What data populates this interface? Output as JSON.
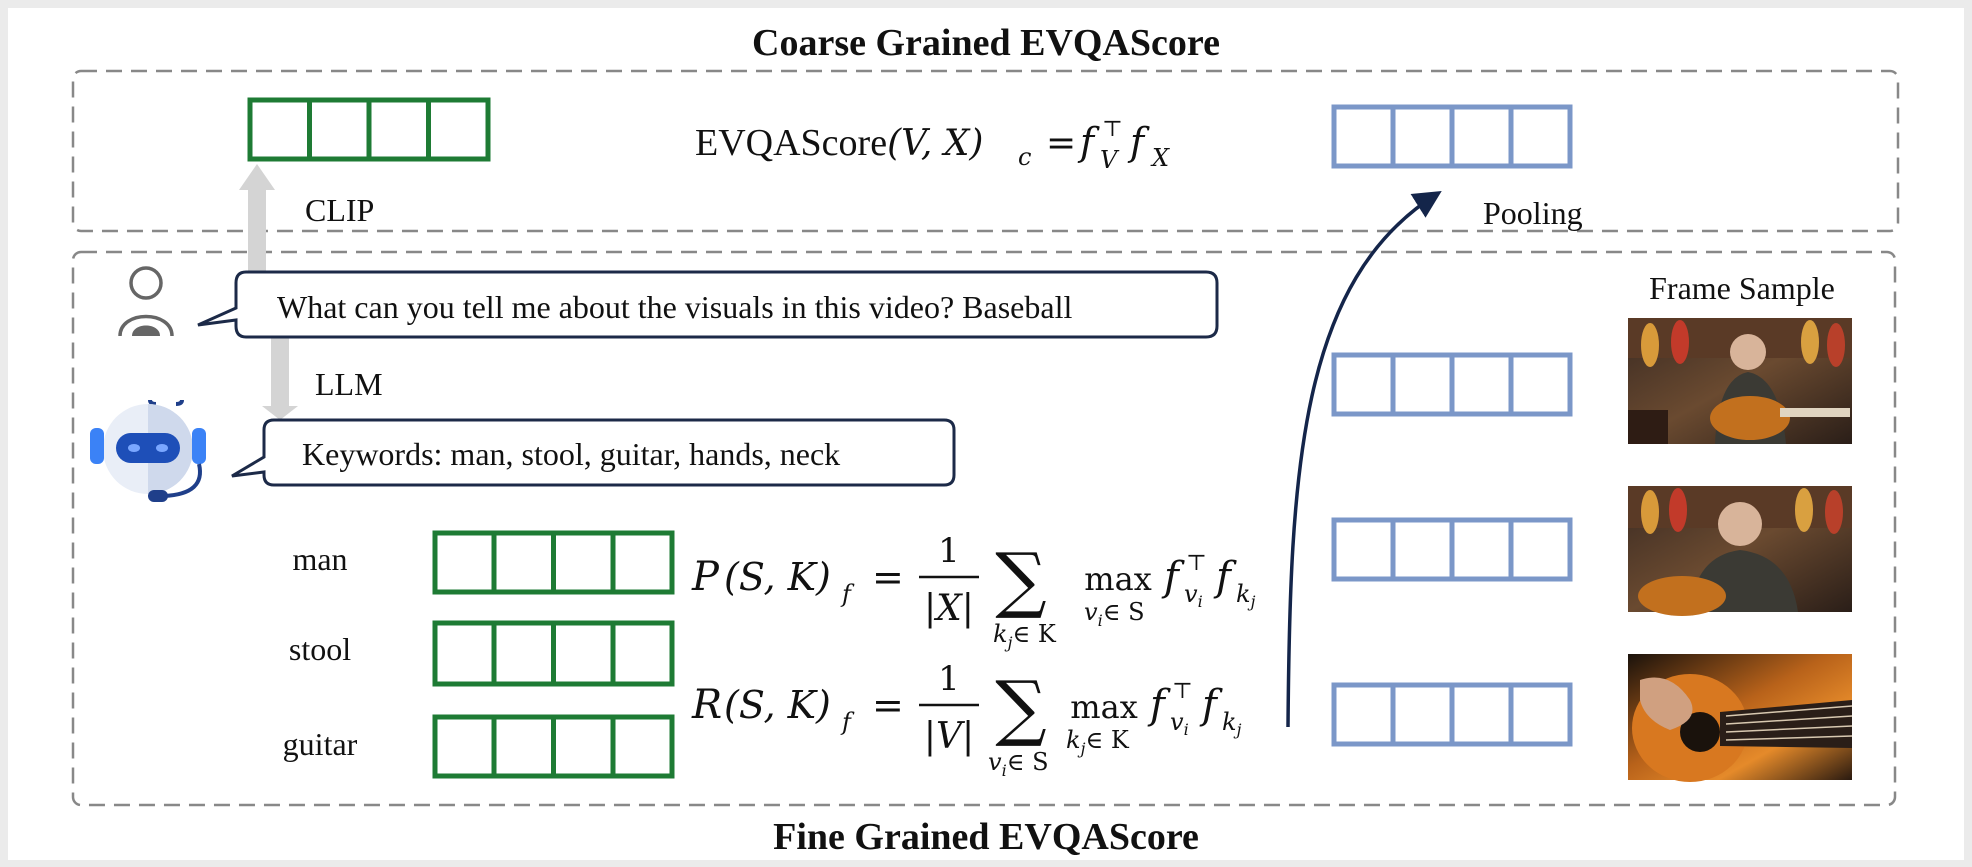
{
  "titles": {
    "coarse": "Coarse Grained EVQAScore",
    "fine": "Fine Grained EVQAScore"
  },
  "labels": {
    "clip": "CLIP",
    "llm": "LLM",
    "pooling": "Pooling",
    "frame_sample": "Frame Sample"
  },
  "dialog": {
    "question": "What can you tell me about the visuals in this video? Baseball",
    "keywords": "Keywords: man, stool, guitar, hands, neck"
  },
  "keywords": [
    "man",
    "stool",
    "guitar"
  ],
  "formulas": {
    "coarse_lhs": "EVQAScore",
    "coarse_args": "(V, X)",
    "coarse_sub": "c",
    "coarse_rhs_f": "f",
    "coarse_rhs_top": "⊤",
    "coarse_rhs_V": "V",
    "coarse_rhs_X": "X",
    "precision_letter": "P",
    "recall_letter": "R",
    "precision_norm": "|X|",
    "recall_norm": "|V|",
    "precision_sum_sub": "k",
    "precision_sum_sub2": "j",
    "precision_sum_set": "∈ K",
    "precision_max_sub": "v",
    "precision_max_sub2": "i",
    "precision_max_set": "∈ S",
    "recall_sum_sub": "v",
    "recall_sum_sub2": "i",
    "recall_sum_set": "∈ S",
    "recall_max_sub": "k",
    "recall_max_sub2": "j",
    "recall_max_set": "∈ K",
    "args": "(S, K)",
    "sub_f": "f",
    "one": "1",
    "sum": "∑",
    "max": "max",
    "f": "f",
    "top": "⊤",
    "vi_v": "v",
    "vi_i": "i",
    "kj_k": "k",
    "kj_j": "j",
    "eq": "="
  },
  "colors": {
    "text_vector": "#1e7b34",
    "visual_vector": "#7b97c8",
    "bubble_border": "#1c2a48",
    "arrow_dark": "#14254a",
    "gray_arrow": "#d4d4d4",
    "dashed": "#888888"
  },
  "icons": {
    "user": "user-icon",
    "robot": "robot-icon"
  }
}
